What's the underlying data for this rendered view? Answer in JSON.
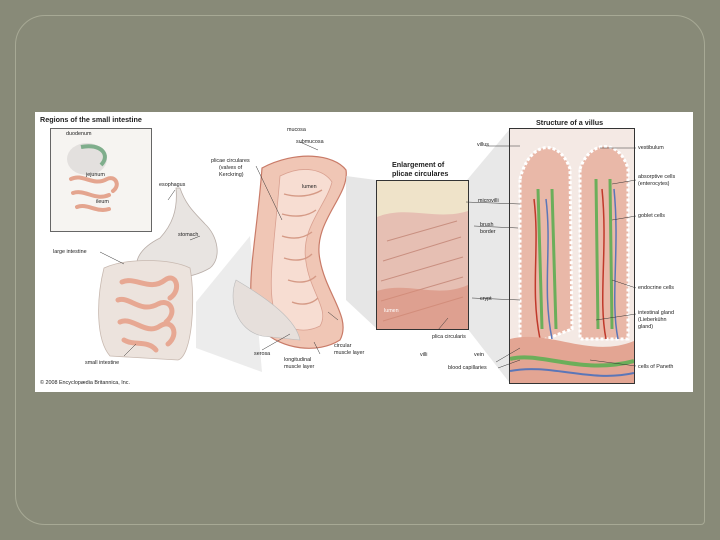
{
  "figure": {
    "title_regions": "Regions of the small intestine",
    "title_enlargement_line1": "Enlargement of",
    "title_enlargement_line2": "plicae circulares",
    "title_villus": "Structure of a villus",
    "copyright": "© 2008 Encyclopædia Britannica, Inc."
  },
  "labels": {
    "duodenum": "duodenum",
    "jejunum": "jejunum",
    "ileum": "ileum",
    "esophagus": "esophagus",
    "stomach": "stomach",
    "large_intestine": "large intestine",
    "small_intestine": "small intestine",
    "mucosa": "mucosa",
    "submucosa": "submucosa",
    "plicae_line1": "plicae circulares",
    "plicae_line2": "(valves of",
    "plicae_line3": "Kerckring)",
    "lumen": "lumen",
    "serosa": "serosa",
    "circular_line1": "circular",
    "circular_line2": "muscle layer",
    "longitudinal_line1": "longitudinal",
    "longitudinal_line2": "muscle layer",
    "lumen_zoom": "lumen",
    "villi": "villi",
    "villus": "villus",
    "microvilli": "microvilli",
    "brush_line1": "brush",
    "brush_line2": "border",
    "crypt": "crypt",
    "plica_circularis": "plica circularis",
    "vein": "vein",
    "blood_capillaries": "blood capillaries",
    "vestibulum": "vestibulum",
    "absorptive_line1": "absorptive cells",
    "absorptive_line2": "(enterocytes)",
    "goblet_cells": "goblet cells",
    "endocrine_cells": "endocrine cells",
    "gland_line1": "intestinal gland",
    "gland_line2": "(Lieberkühn",
    "gland_line3": "gland)",
    "paneth": "cells of Paneth"
  },
  "colors": {
    "slide_background": "#888a78",
    "panel_background": "#ffffff",
    "tissue_pink": "#e9b8a8",
    "muscle_red": "#d9826e",
    "gland_green": "#6cae5a",
    "vein_blue": "#5b76b8",
    "artery_red": "#c0392b"
  }
}
